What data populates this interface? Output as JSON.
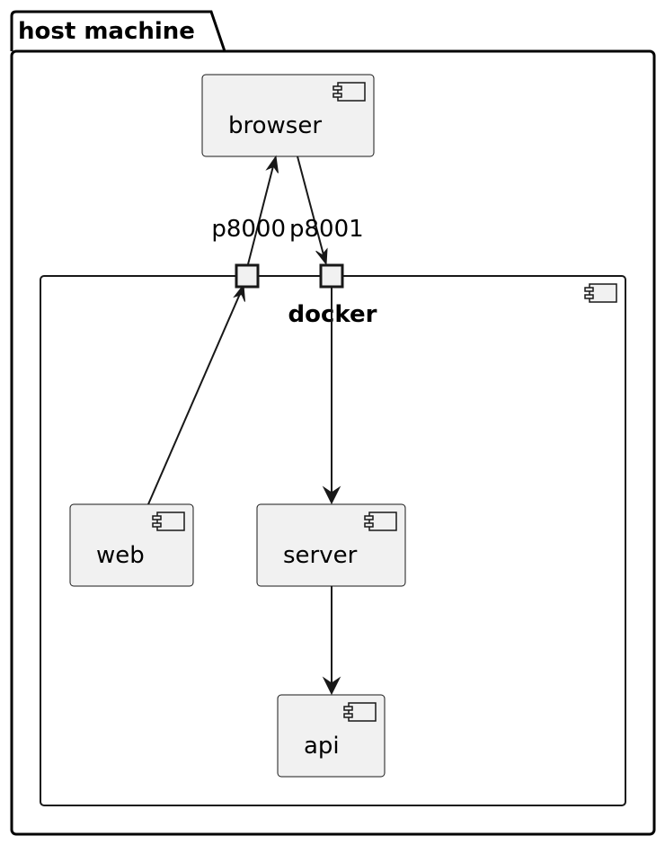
{
  "package": {
    "label": "host machine"
  },
  "container": {
    "label": "docker"
  },
  "components": {
    "browser": "browser",
    "web": "web",
    "server": "server",
    "api": "api"
  },
  "ports": {
    "p8000": "p8000",
    "p8001": "p8001"
  },
  "connections": [
    {
      "from": "web",
      "to": "p8000"
    },
    {
      "from": "p8000",
      "to": "browser"
    },
    {
      "from": "browser",
      "to": "p8001"
    },
    {
      "from": "p8001",
      "to": "server"
    },
    {
      "from": "server",
      "to": "api"
    }
  ]
}
